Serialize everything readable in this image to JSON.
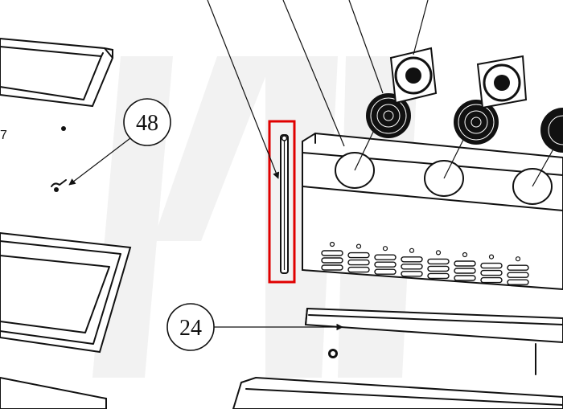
{
  "callouts": [
    {
      "id": "48",
      "label": "48"
    },
    {
      "id": "24",
      "label": "24"
    }
  ],
  "colors": {
    "line": "#111111",
    "highlight": "#e00000",
    "watermark": "#f2f2f2",
    "background": "#ffffff"
  }
}
